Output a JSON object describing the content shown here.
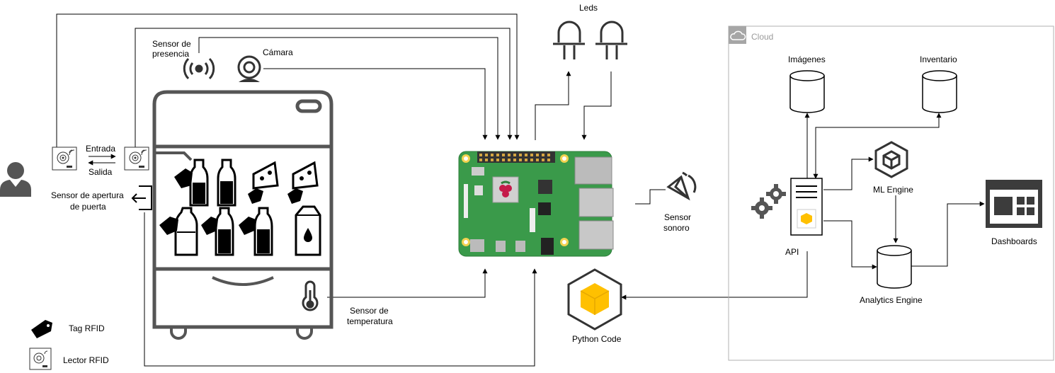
{
  "labels": {
    "leds": "Leds",
    "sensor_presencia_1": "Sensor de",
    "sensor_presencia_2": "presencia",
    "camara": "Cámara",
    "entrada": "Entrada",
    "salida": "Salida",
    "sensor_apertura_1": "Sensor de apertura",
    "sensor_apertura_2": "de puerta",
    "sensor_temperatura_1": "Sensor de",
    "sensor_temperatura_2": "temperatura",
    "sensor_sonoro_1": "Sensor",
    "sensor_sonoro_2": "sonoro",
    "python_code": "Python Code",
    "tag_rfid": "Tag RFID",
    "lector_rfid": "Lector RFID",
    "cloud": "Cloud",
    "imagenes": "Imágenes",
    "inventario": "Inventario",
    "ml_engine": "ML Engine",
    "api": "API",
    "analytics_engine": "Analytics Engine",
    "dashboards": "Dashboards"
  },
  "colors": {
    "line": "#000000",
    "fridge": "#555555",
    "icon_dark": "#2f2f2f",
    "board_green": "#3a9a4a",
    "raspberry": "#c51a4a",
    "cube_yellow": "#ffc000",
    "cloud_border": "#b0b0b0",
    "dashboard_gray": "#3c3c3c"
  }
}
